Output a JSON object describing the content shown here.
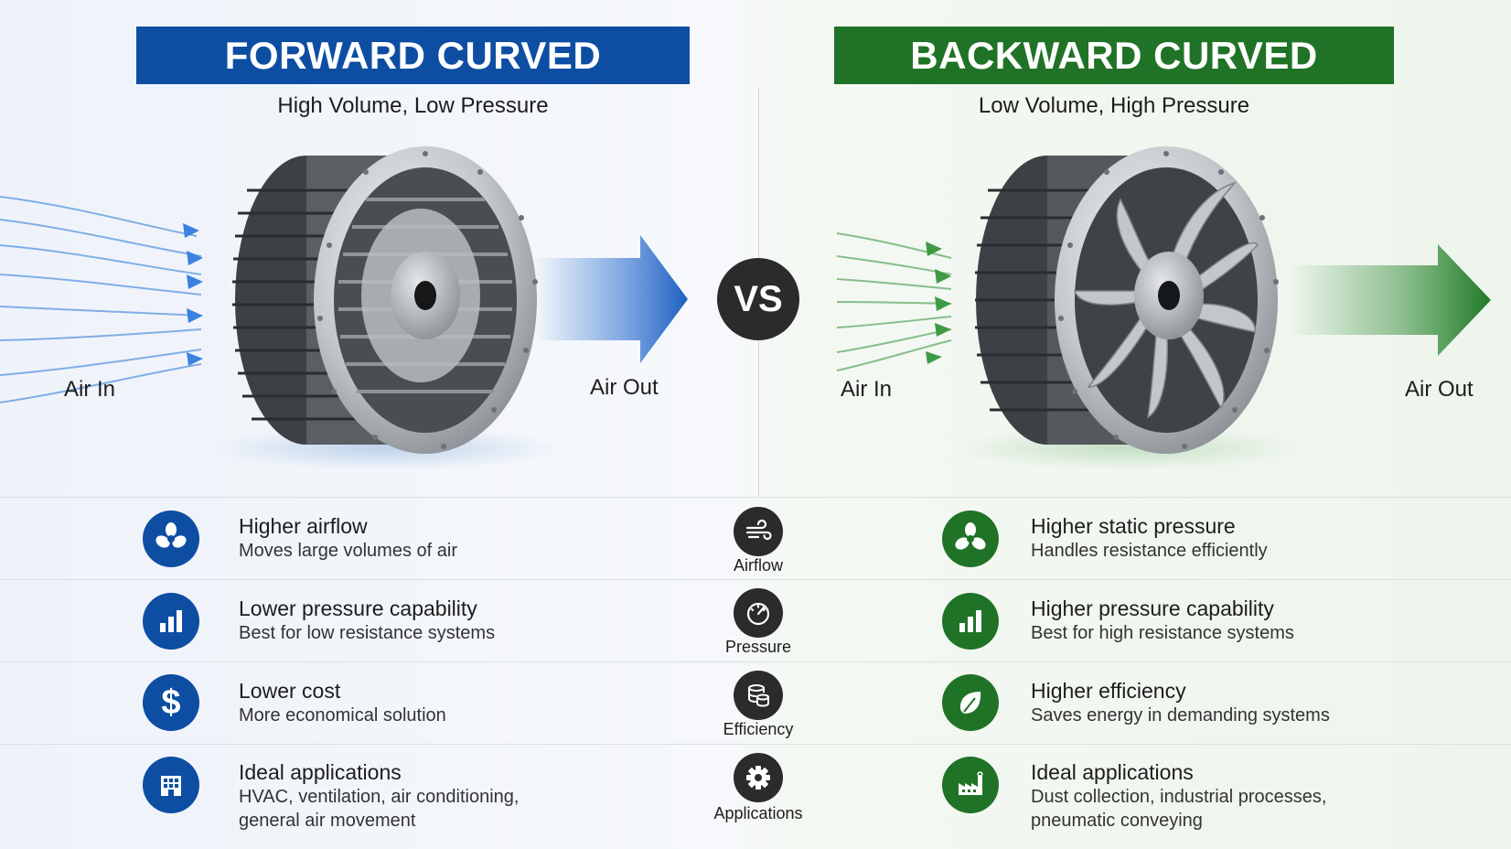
{
  "left": {
    "title": "FORWARD CURVED",
    "subtitle": "High Volume, Low Pressure",
    "air_in": "Air In",
    "air_out": "Air Out",
    "color": "#0d4ea3",
    "features": [
      {
        "icon": "fan-icon",
        "title": "Higher airflow",
        "desc": "Moves large volumes of air"
      },
      {
        "icon": "bar-chart-icon",
        "title": "Lower pressure capability",
        "desc": "Best for low resistance systems"
      },
      {
        "icon": "dollar-icon",
        "title": "Lower cost",
        "desc": "More economical solution"
      },
      {
        "icon": "building-icon",
        "title": "Ideal applications",
        "desc": "HVAC, ventilation, air conditioning,",
        "desc2": "general air movement"
      }
    ]
  },
  "center": {
    "vs": "VS",
    "categories": [
      {
        "icon": "wind-icon",
        "label": "Airflow"
      },
      {
        "icon": "gauge-icon",
        "label": "Pressure"
      },
      {
        "icon": "coins-icon",
        "label": "Efficiency"
      },
      {
        "icon": "gear-icon",
        "label": "Applications"
      }
    ]
  },
  "right": {
    "title": "BACKWARD CURVED",
    "subtitle": "Low Volume, High Pressure",
    "air_in": "Air In",
    "air_out": "Air Out",
    "color": "#207326",
    "features": [
      {
        "icon": "fan-icon",
        "title": "Higher static pressure",
        "desc": "Handles resistance efficiently"
      },
      {
        "icon": "bar-chart-icon",
        "title": "Higher pressure capability",
        "desc": "Best for high resistance systems"
      },
      {
        "icon": "leaf-icon",
        "title": "Higher efficiency",
        "desc": "Saves energy in demanding systems"
      },
      {
        "icon": "factory-icon",
        "title": "Ideal applications",
        "desc": "Dust collection, industrial processes,",
        "desc2": "pneumatic conveying"
      }
    ]
  }
}
